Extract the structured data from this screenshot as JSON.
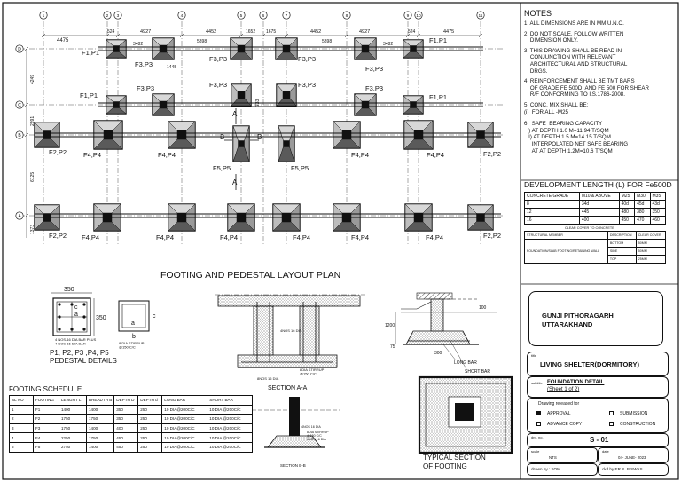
{
  "plan": {
    "title": "FOOTING AND PEDESTAL LAYOUT PLAN",
    "grid_columns": [
      "1",
      "2",
      "3",
      "4",
      "5",
      "6",
      "7",
      "8",
      "9",
      "10",
      "11"
    ],
    "grid_rows": [
      "D",
      "C",
      "B",
      "A"
    ],
    "dims_top": [
      "4475",
      "524",
      "4927",
      "4452",
      "1652",
      "1675",
      "4452",
      "4927",
      "524",
      "4475"
    ],
    "dims_inner": [
      "3482",
      "5898",
      "5898",
      "3482"
    ],
    "dim_1445": "1445",
    "dims_left": [
      "4249",
      "2991",
      "6125",
      "1373"
    ],
    "dim_733": "733",
    "labels": {
      "f1p1": "F1,P1",
      "f2p2": "F2,P2",
      "f3p3": "F3,P3",
      "f4p4": "F4,P4",
      "f5p5": "F5,P5",
      "sec_a": "A",
      "sec_b": "B"
    }
  },
  "pedestal": {
    "dim_w": "350",
    "dim_h": "350",
    "lbl_c": "c",
    "lbl_a": "a",
    "lbl_b": "b",
    "note1": "4 NOS-16 DIA BAR PLUS\n4 NOS-16 DIA BAR",
    "note2": "8 DIA STIRRUP\n@150 C/C",
    "title1": "P1, P2, P3 ,P4, P5",
    "title2": "PEDESTAL DETAILS"
  },
  "section_aa": {
    "title": "SECTION A-A",
    "note_top": "4NOS 16 DIA",
    "note_stirrup": "8DIA STIRRUP\n@150 C/C",
    "note_bars": "8NOS 16 DIA"
  },
  "typical_section": {
    "dims": [
      "1200",
      "75",
      "300",
      "100"
    ],
    "long_bar": "LONG BAR",
    "short_bar": "SHORT BAR",
    "title1": "TYPICAL SECTION",
    "title2": "OF FOOTING"
  },
  "section_bb": {
    "title": "SECTION B-B",
    "note1": "4NOS 16 DIA",
    "note2": "8DIA STIRRUP\n@150 C/C",
    "note3": "4NOS 16 DIA"
  },
  "schedule": {
    "title": "FOOTING SCHEDULE",
    "headers": [
      "SL NO",
      "FOOTING",
      "LENGHT L",
      "BREADTH B",
      "DEPTH D",
      "DEPTH d",
      "LONG BAR",
      "SHORT BAR"
    ],
    "rows": [
      [
        "1",
        "F1",
        "1400",
        "1400",
        "350",
        "250",
        "10 DIA@200C/C",
        "10 DIA @200C/C"
      ],
      [
        "2",
        "F2",
        "1750",
        "1750",
        "350",
        "250",
        "10 DIA@200C/C",
        "10 DIA @200C/C"
      ],
      [
        "3",
        "F3",
        "1750",
        "1400",
        "400",
        "250",
        "10 DIA@200C/C",
        "10 DIA @200C/C"
      ],
      [
        "4",
        "F4",
        "2250",
        "1750",
        "450",
        "250",
        "10 DIA@200C/C",
        "10 DIA @200C/C"
      ],
      [
        "5",
        "F5",
        "2750",
        "1400",
        "450",
        "250",
        "10 DIA@200C/C",
        "10 DIA @200C/C"
      ]
    ]
  },
  "notes": {
    "title": "NOTES",
    "items": [
      "1. ALL DIMENSIONS ARE IN MM U.N.O.",
      "2. DO NOT SCALE, FOLLOW WRITTEN\n    DIMENSION ONLY.",
      "3. THIS DRAWING SHALL BE READ IN\n    CONJUNCTION WITH RELEVANT\n    ARCHITECTURAL AND STRUCTURAL\n    DRGS.",
      "4. REINFORCEMENT SHALL BE TMT BARS\n    OF GRADE FE 500D  AND FE 500 FOR SHEAR\n    R/F CONFORMING TO I.S.1786-2008.",
      "5. CONC. MIX SHALL BE:\n(i)  FOR ALL -M25",
      "6.  SAFE  BEARING CAPACITY\n  I) AT DEPTH 1.0 M=11.94 T/SQM\n  II) AT DEPTH 1.5 M=14.15 T/SQM\n     INTERPOLATED NET SAFE BEARING\n     AT AT DEPTH 1.2M=10.6 T/SQM"
    ]
  },
  "dev_length": {
    "title": "DEVELOPMENT LENGTH (L) FOR Fe500D",
    "header": [
      "CONCRETE GRADE",
      "M10 & ABOVE",
      "M25",
      "M30",
      "M35"
    ],
    "rows": [
      [
        "8",
        "34d",
        "40d",
        "45d",
        "43d"
      ],
      [
        "12",
        "445",
        "480",
        "380",
        "350"
      ],
      [
        "16",
        "400",
        "450",
        "470",
        "460"
      ]
    ],
    "cover_title": "CLEAR COVER TO CONCRETE",
    "cover_header": [
      "STRUCTURAL MEMBER",
      "DESCRIPTION",
      "CLEAR COVER"
    ],
    "cover_member": "FOUNDATION/SLAB FOOTING/RETAINING WALL",
    "cover_desc": [
      "BOTTOM",
      "SIDE",
      "TOP"
    ],
    "cover_val": [
      "50MM",
      "50MM",
      "25MM"
    ]
  },
  "title_block": {
    "client1": "GUNJI PITHORAGARH",
    "client2": "UTTARAKHAND",
    "title_label": "title",
    "title": "LIVING SHELTER(DORMITORY)",
    "subtitle_label": "subtitle",
    "subtitle1": "FOUNDATION DETAIL",
    "subtitle2": "(Sheet 1 of 2)",
    "released_label": "Drawing released for",
    "opt_approval": "APPROVAL",
    "opt_submission": "SUBMISSION",
    "opt_advance": "ADVANCE COPY",
    "opt_construction": "CONSTRUCTION",
    "dwg_label": "drg. no.",
    "dwg_no": "S - 01",
    "scale_label": "scale",
    "scale": "NTS",
    "date_label": "date",
    "date": "04- JUNE- 2023",
    "drawn": "drawn by : SOM",
    "checked": "ckd by ER.S. BISWAS"
  }
}
